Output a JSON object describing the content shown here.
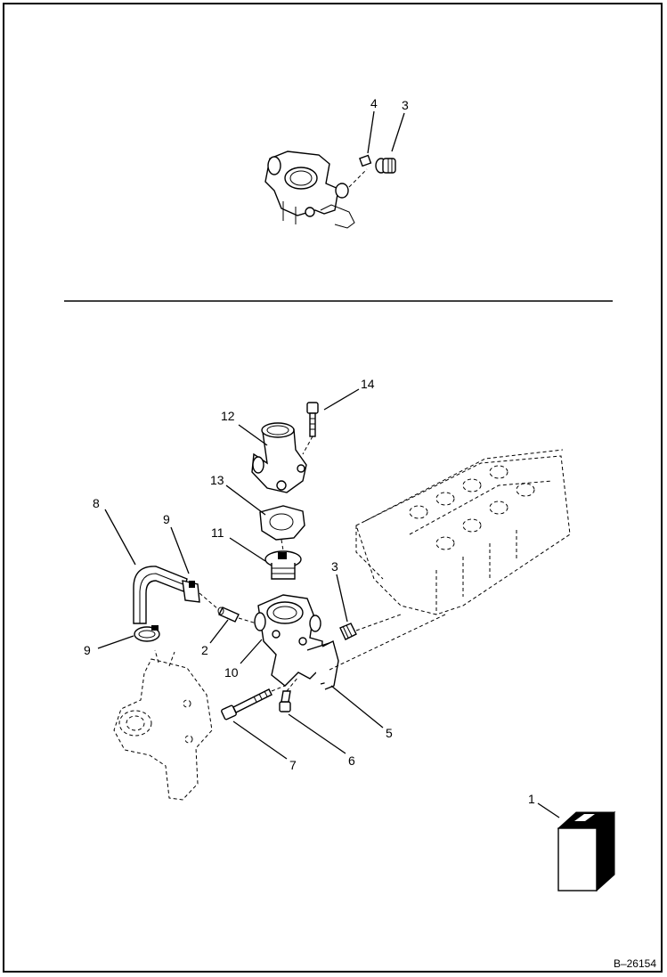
{
  "figure_id": "B–26154",
  "callouts": {
    "top_4": "4",
    "top_3": "3",
    "c1": "1",
    "c2": "2",
    "c3": "3",
    "c5": "5",
    "c6": "6",
    "c7": "7",
    "c8": "8",
    "c9a": "9",
    "c9b": "9",
    "c10": "10",
    "c11": "11",
    "c12": "12",
    "c13": "13",
    "c14": "14"
  }
}
